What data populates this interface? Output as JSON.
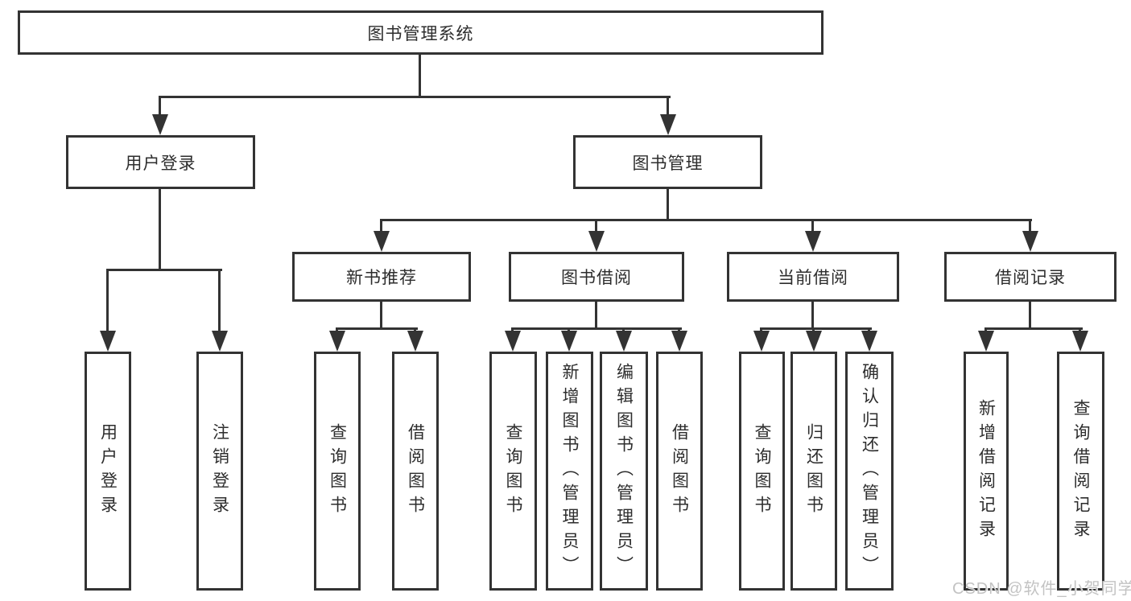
{
  "root": {
    "label": "图书管理系统"
  },
  "login": {
    "label": "用户登录",
    "children": [
      {
        "label": "用户登录"
      },
      {
        "label": "注销登录"
      }
    ]
  },
  "mgmt": {
    "label": "图书管理",
    "sections": [
      {
        "label": "新书推荐",
        "children": [
          {
            "label": "查询图书"
          },
          {
            "label": "借阅图书"
          }
        ]
      },
      {
        "label": "图书借阅",
        "children": [
          {
            "label": "查询图书"
          },
          {
            "label": "新增图书（管理员）"
          },
          {
            "label": "编辑图书（管理员）"
          },
          {
            "label": "借阅图书"
          }
        ]
      },
      {
        "label": "当前借阅",
        "children": [
          {
            "label": "查询图书"
          },
          {
            "label": "归还图书"
          },
          {
            "label": "确认归还（管理员）"
          }
        ]
      },
      {
        "label": "借阅记录",
        "children": [
          {
            "label": "新增借阅记录"
          },
          {
            "label": "查询借阅记录"
          }
        ]
      }
    ]
  },
  "watermark": {
    "text": "CSDN @软件_小贺同学"
  },
  "colors": {
    "line": "#333333",
    "box_border": "#333333",
    "box_fill": "#ffffff",
    "text": "#2d2d2d",
    "watermark": "#c3c3c3",
    "background": "#ffffff"
  }
}
